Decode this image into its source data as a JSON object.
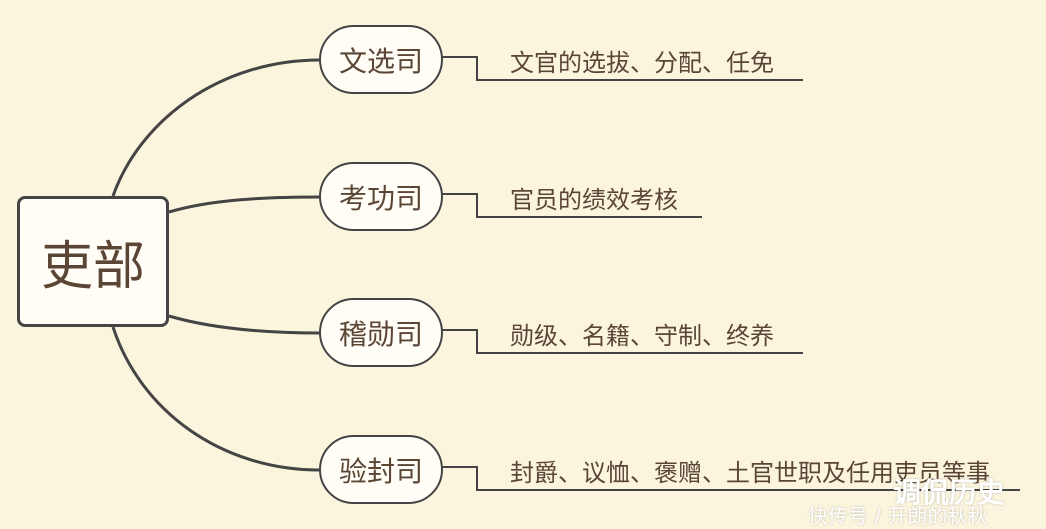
{
  "root": {
    "label": "吏部"
  },
  "branches": [
    {
      "label": "文选司",
      "detail": "文官的选拔、分配、任免"
    },
    {
      "label": "考功司",
      "detail": "官员的绩效考核"
    },
    {
      "label": "稽勋司",
      "detail": "勋级、名籍、守制、终养"
    },
    {
      "label": "验封司",
      "detail": "封爵、议恤、褒赠、土官世职及任用吏员等事"
    }
  ],
  "watermark": {
    "title": "调侃历史",
    "source": "快传号 / 开朗的秋秋"
  },
  "colors": {
    "background": "#fbf5de",
    "stroke": "#444444",
    "text": "#5b4636"
  }
}
